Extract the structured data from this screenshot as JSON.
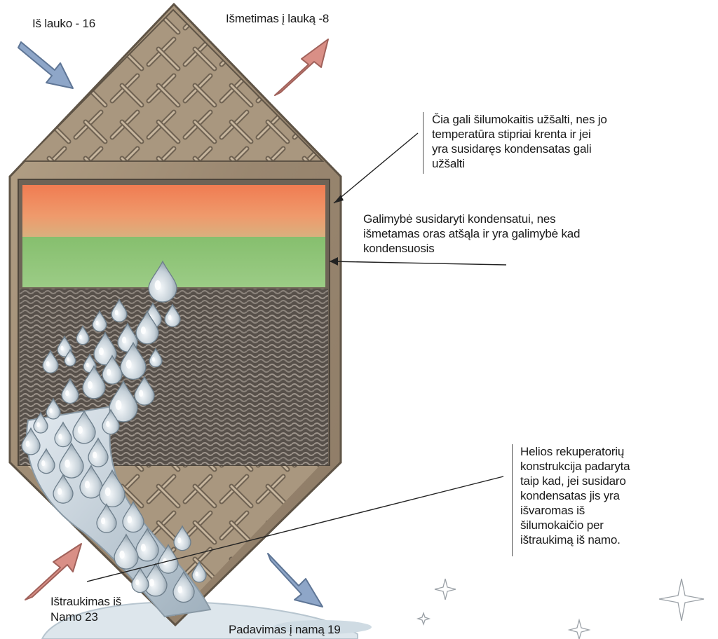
{
  "labels": {
    "from_outside": "Iš lauko - 16",
    "exhaust_outside": "Išmetimas į lauką -8",
    "extract_home_line1": "Ištraukimas iš",
    "extract_home_line2": "Namo 23",
    "supply_home": "Padavimas į namą 19"
  },
  "notes": {
    "freeze": [
      "Čia gali šilumokaitis užšalti, nes jo",
      "temperatūra stipriai krenta ir jei",
      "yra susidaręs kondensatas gali",
      "užšalti"
    ],
    "condensation": [
      "Galimybė susidaryti kondensatui, nes",
      "išmetamas oras atšąla ir yra galimybė kad",
      "kondensuosis"
    ],
    "helios": [
      "Helios rekuperatorių",
      "konstrukcija padaryta",
      "taip kad, jei susidaro",
      "kondensatas jis yra",
      "išvaromas iš",
      "šilumokaičio per",
      "ištraukimą iš namo."
    ]
  },
  "colors": {
    "frame": "#a08d74",
    "hot_band": "#ee8a5c",
    "cool_band": "#8fc276",
    "arrow_blue": "#8ea6c8",
    "arrow_red": "#d98f86",
    "water": "#c9d4dc"
  }
}
